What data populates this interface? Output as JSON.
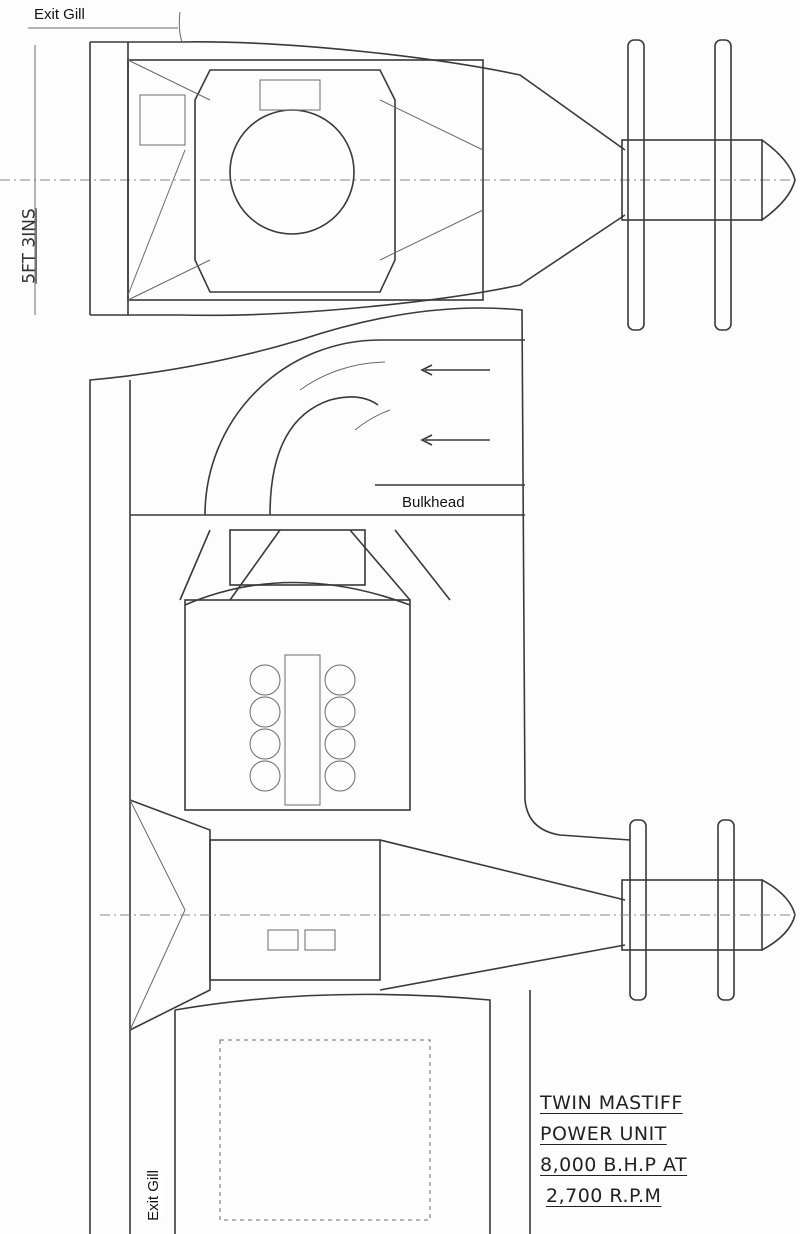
{
  "labels": {
    "exit_gill_top": "Exit Gill",
    "bulkhead": "Bulkhead",
    "exit_gill_side": "Exit Gill"
  },
  "dimension": "5FT 3INS",
  "title_block": {
    "line1": "TWIN MASTIFF",
    "line2": "POWER UNIT",
    "line3": "8,000 B.H.P AT",
    "line4": "2,700 R.P.M"
  }
}
